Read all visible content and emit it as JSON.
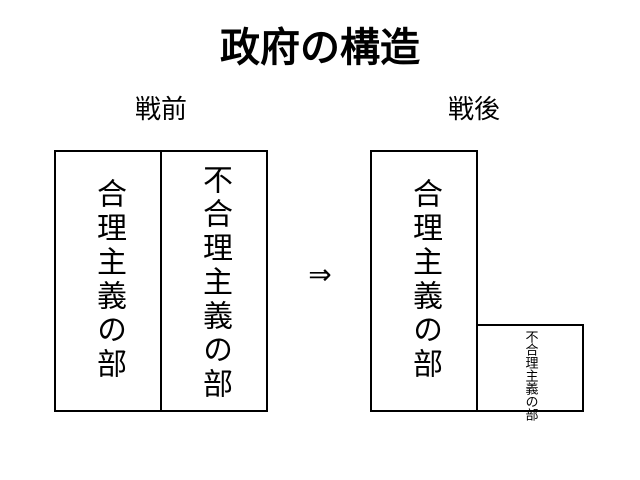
{
  "title": "政府の構造",
  "before": {
    "heading": "戦前",
    "rational_label": "合理主義の部",
    "irrational_label": "不合理主義の部"
  },
  "arrow": "⇒",
  "after": {
    "heading": "戦後",
    "rational_label": "合理主義の部",
    "irrational_label": "不合理主義の部"
  }
}
